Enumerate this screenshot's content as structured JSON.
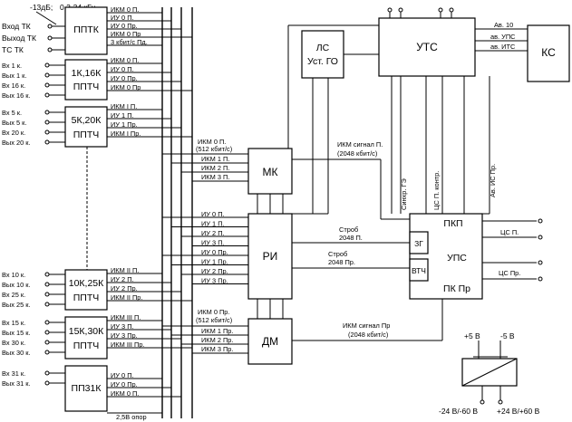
{
  "top_left": {
    "level": "-13дБ;",
    "freq": "0,3-34 кГц",
    "in_tk": "Вход ТК",
    "out_tk": "Выход ТК",
    "tc_tk": "ТС ТК"
  },
  "blocks": {
    "pptk": "ППТК",
    "k1_16_a": "1К,16К",
    "k1_16_b": "ППТЧ",
    "k5_20_a": "5К,20К",
    "k5_20_b": "ППТЧ",
    "k10_25_a": "10К,25К",
    "k10_25_b": "ППТЧ",
    "k15_30_a": "15К,30К",
    "k15_30_b": "ППТЧ",
    "pp31": "ПП31К",
    "ls_a": "ЛС",
    "ls_b": "Уст. ГО",
    "uts": "УТС",
    "ks": "КС",
    "mk": "МК",
    "ri": "РИ",
    "dm": "ДМ",
    "pkp": "ПКП",
    "zg": "ЗГ",
    "vtch": "ВТЧ",
    "ups": "УПС",
    "pkpr": "ПК Пр"
  },
  "ports_left": {
    "g2": [
      "Вх 1 к.",
      "Вых 1 к.",
      "Вх 16 к.",
      "Вых 16 к."
    ],
    "g3": [
      "Вх 5 к.",
      "Вых 5 к.",
      "Вх 20 к.",
      "Вых 20 к."
    ],
    "g4": [
      "Вх 10 к.",
      "Вых 10 к.",
      "Вх 25 к.",
      "Вых 25 к."
    ],
    "g5": [
      "Вх 15 к.",
      "Вых 15 к.",
      "Вх 30 к.",
      "Вых 30 к."
    ],
    "g6": [
      "Вх 31 к.",
      "Вых 31 к."
    ]
  },
  "ports_right": {
    "pptk": [
      "ИКМ 0 П.",
      "ИУ 0 П.",
      "ИУ 0 Пр.",
      "ИКМ 0 Пр",
      "3 кбит/с Пд."
    ],
    "g2": [
      "ИКМ 0 П.",
      "ИУ 0 П.",
      "ИУ 0 Пр.",
      "ИКМ 0 Пр"
    ],
    "g3": [
      "ИКМ I П.",
      "ИУ 1 П.",
      "ИУ 1 Пр.",
      "ИКМ I Пр."
    ],
    "g4": [
      "ИКМ II П.",
      "ИУ 2 П.",
      "ИУ 2 Пр.",
      "ИКМ II Пр."
    ],
    "g5": [
      "ИКМ III П.",
      "ИУ 3 П.",
      "ИУ 3 Пр.",
      "ИКМ III Пр."
    ],
    "g6": [
      "ИУ 0 П.",
      "ИУ 0 Пр.",
      "ИКМ 0 П."
    ]
  },
  "bottom_left": "2,5В опор",
  "mk_inputs": {
    "top": "ИКМ 0 П.",
    "rate": "(512 кбит/с)",
    "lines": [
      "ИКМ 1 П.",
      "ИКМ 2 П.",
      "ИКМ 3 П."
    ]
  },
  "ri_labels": [
    "ИУ 0 П.",
    "ИУ 1 П.",
    "ИУ 2 П.",
    "ИУ 3 П.",
    "ИУ 0 Пр.",
    "ИУ 1 Пр.",
    "ИУ 2 Пр.",
    "ИУ 3 Пр."
  ],
  "dm_outputs": {
    "top": "ИКМ 0 Пр.",
    "rate": "(512 кбит/с)",
    "lines": [
      "ИКМ 1 Пр.",
      "ИКМ 2 Пр.",
      "ИКМ 3 Пр."
    ]
  },
  "signals": {
    "ikm_p_a": "ИКМ сигнал П.",
    "ikm_p_b": "(2048 кбит/с)",
    "strob1_a": "Строб",
    "strob1_b": "2048 П.",
    "strob2_a": "Строб",
    "strob2_b": "2048 Пр.",
    "ikm_pr_a": "ИКМ сигнал Пр",
    "ikm_pr_b": "(2048 кбит/с)",
    "sinhr": "Синхр. ГЭ",
    "tsp_kontr": "ЦС П. контр.",
    "av_is_pr": "Ав. ИС Пр.",
    "ts_p": "ЦС П.",
    "ts_pr": "ЦС Пр."
  },
  "uts_labels": {
    "av10": "Ав. 10",
    "av_ups": "ав. УПС",
    "av_its": "ав. ИТС"
  },
  "power": {
    "p5": "+5 В",
    "m5": "-5 В",
    "in1": "-24 В/-60 В",
    "in2": "+24 В/+60 В"
  }
}
